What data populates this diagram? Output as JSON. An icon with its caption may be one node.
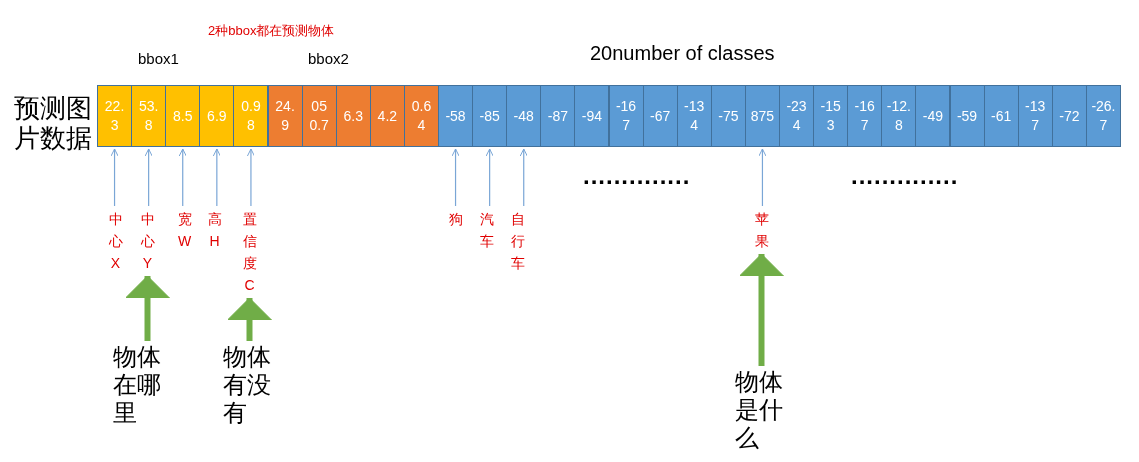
{
  "diagram": {
    "nodes": [
      {
        "text": [
          "22.3"
        ]
      },
      {
        "text": [
          "53.8"
        ]
      },
      {
        "text": [
          "8.5"
        ]
      },
      {
        "text": [
          "6.9"
        ]
      },
      {
        "text": [
          "0.98"
        ]
      },
      {
        "text": [
          "24.9"
        ]
      },
      {
        "text": [
          "050.7"
        ]
      },
      {
        "text": [
          "6.3"
        ]
      },
      {
        "text": [
          "4.2"
        ]
      },
      {
        "text": [
          "0.64"
        ]
      },
      {
        "text": [
          "-58"
        ]
      },
      {
        "text": [
          "-85"
        ]
      },
      {
        "text": [
          "-48"
        ]
      },
      {
        "text": [
          "-87"
        ]
      },
      {
        "text": [
          "-94"
        ]
      },
      {
        "text": [
          "-167"
        ]
      },
      {
        "text": [
          "-67"
        ]
      },
      {
        "text": [
          "-134"
        ]
      },
      {
        "text": [
          "-75"
        ]
      },
      {
        "text": [
          "875"
        ]
      },
      {
        "text": [
          "-234"
        ]
      },
      {
        "text": [
          "-153"
        ]
      },
      {
        "text": [
          "-167"
        ]
      },
      {
        "text": [
          "-12.8"
        ]
      },
      {
        "text": [
          "-49"
        ]
      },
      {
        "text": [
          "-59"
        ]
      },
      {
        "text": [
          "-61"
        ]
      },
      {
        "text": [
          "-137"
        ]
      },
      {
        "text": [
          "-72"
        ]
      },
      {
        "text": [
          "-26.7"
        ]
      },
      {
        "text": [
          "中心X"
        ]
      },
      {
        "text": [
          "中心Y"
        ]
      },
      {
        "text": [
          "宽W"
        ]
      },
      {
        "text": [
          "高H"
        ]
      },
      {
        "text": [
          "置信度C"
        ]
      },
      {
        "text": [
          "狗"
        ]
      },
      {
        "text": [
          "汽车"
        ]
      },
      {
        "text": [
          "自行车"
        ]
      },
      {
        "text": [
          "苹果"
        ]
      },
      {
        "text": [
          "物体在哪里"
        ]
      },
      {
        "text": [
          "物体有没有"
        ]
      },
      {
        "text": [
          "物体是什么"
        ]
      }
    ],
    "edges": [
      {
        "from": 30,
        "to": 0,
        "arrow": "to"
      },
      {
        "from": 31,
        "to": 1,
        "arrow": "to"
      },
      {
        "from": 32,
        "to": 2,
        "arrow": "to"
      },
      {
        "from": 33,
        "to": 3,
        "arrow": "to"
      },
      {
        "from": 34,
        "to": 4,
        "arrow": "to"
      },
      {
        "from": 35,
        "to": 10,
        "arrow": "to"
      },
      {
        "from": 36,
        "to": 11,
        "arrow": "to"
      },
      {
        "from": 37,
        "to": 12,
        "arrow": "to"
      },
      {
        "from": 38,
        "to": 19,
        "arrow": "to"
      },
      {
        "from": 39,
        "to": 31,
        "arrow": "to",
        "style": "thick",
        "color": "#70ad47"
      },
      {
        "from": 40,
        "to": 34,
        "arrow": "to",
        "style": "thick",
        "color": "#70ad47"
      },
      {
        "from": 41,
        "to": 38,
        "arrow": "to",
        "style": "thick",
        "color": "#70ad47"
      }
    ],
    "labels": [
      "2种bbox都在预测物体",
      "bbox1",
      "bbox2",
      "20number of classes",
      "预测图片数据",
      "..............",
      ".............."
    ]
  }
}
